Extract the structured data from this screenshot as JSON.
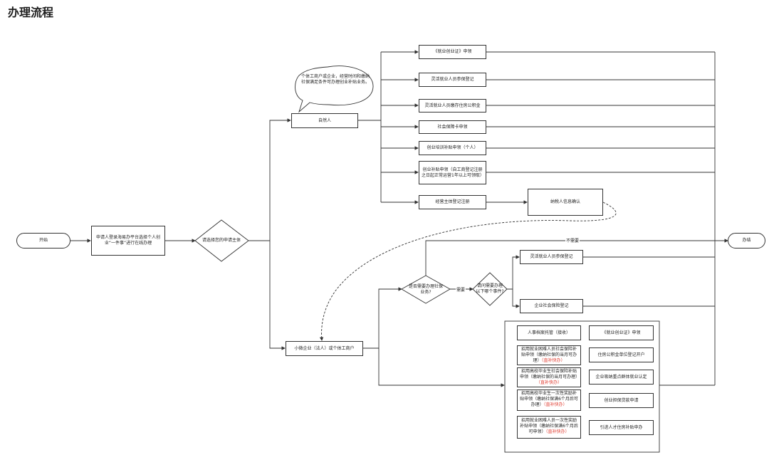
{
  "page_title": "办理流程",
  "start": "开始",
  "end": "办结",
  "apply": "申请人登录海易办平台选择个人创业“一件事”进行在线办理",
  "choose_subject": "请选择您的申请主体",
  "natural_person": "自然人",
  "bubble_note": "个体工商户或企业，经营时间和缴纳社保满足条件可办理创业补贴业务。",
  "natural_items": [
    "《就业创业证》申领",
    "灵活就业人员参保登记",
    "灵活就业人员缴存住房公积金",
    "社会保障卡申领",
    "创业培训补贴申领（个人）",
    "创业补贴申领（自工商登记注册之日起正常运营1年以上可领取）",
    "经营主体登记注册"
  ],
  "taxpayer_confirm": "纳税人信息确认",
  "enterprise": "小微企业（法人）或个体工商户",
  "need_social": "是否需要办理社保业务?",
  "which_item": "请问需要办理以下哪个事件?",
  "label_no_need": "不需要",
  "label_need": "需要",
  "social_items": [
    "灵活就业人员参保登记",
    "企业社会保险登记"
  ],
  "box_left": [
    {
      "text": "人事档案托管（接收）",
      "red": ""
    },
    {
      "text": "招用就业困难人员社会保险补贴申领（缴纳社保的当月可办理）",
      "red": "（直补快办）"
    },
    {
      "text": "招用高校毕业生社会保险补贴申领（缴纳社保的当月可办理）",
      "red": "（直补快办）"
    },
    {
      "text": "招用高校毕业生一次性奖励补贴申领（缴纳社保满6个月后可办理）",
      "red": "（直补快办）"
    },
    {
      "text": "招用就业困难人员一次性奖励补贴申领（缴纳社保满6个月后可申领）",
      "red": "（直补快办）"
    }
  ],
  "box_right": [
    "《就业创业证》申领",
    "住房公积金单位登记开户",
    "企业吸纳重点群体就业认定",
    "创业担保贷款申请",
    "引进人才住房补贴申办"
  ]
}
